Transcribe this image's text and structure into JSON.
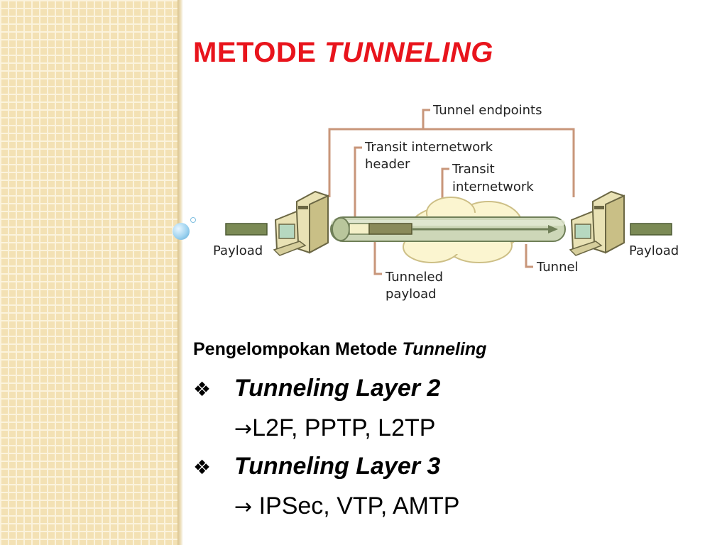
{
  "title": {
    "part1": "METODE ",
    "part2": "TUNNELING"
  },
  "diagram": {
    "labels": {
      "tunnel_endpoints": "Tunnel endpoints",
      "transit_header_1": "Transit internetwork",
      "transit_header_2": "header",
      "transit_internetwork_1": "Transit",
      "transit_internetwork_2": "internetwork",
      "payload_left": "Payload",
      "payload_right": "Payload",
      "tunneled_payload_1": "Tunneled",
      "tunneled_payload_2": "payload",
      "tunnel": "Tunnel"
    }
  },
  "content": {
    "heading_main": "Pengelompokan Metode ",
    "heading_em": "Tunneling",
    "items": [
      {
        "glyph": "❖",
        "label": "Tunneling Layer 2",
        "arrow": "→",
        "protocols": "L2F, PPTP, L2TP"
      },
      {
        "glyph": "❖",
        "label": "Tunneling Layer 3",
        "arrow": "→",
        "protocols": " IPSec, VTP, AMTP"
      }
    ]
  },
  "colors": {
    "title": "#e8141c",
    "leader_line": "#c8967a",
    "panel": "#f3e1b4"
  }
}
